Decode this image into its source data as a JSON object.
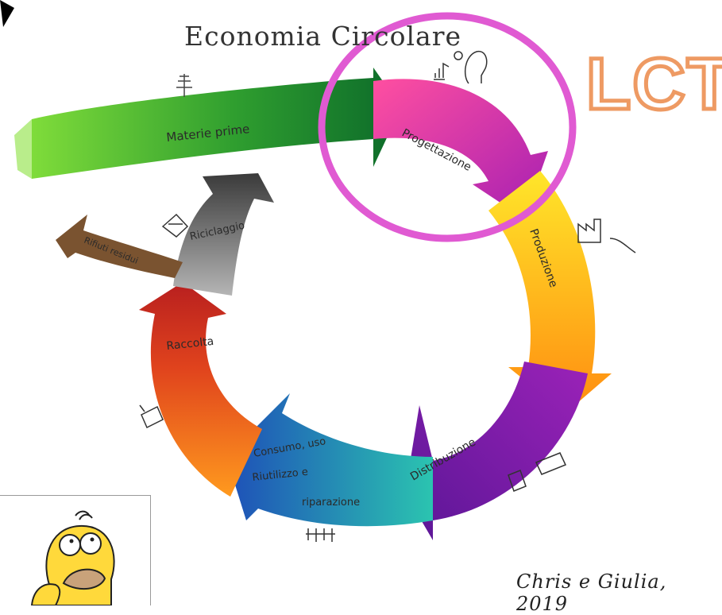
{
  "title": "Economia Circolare",
  "badge": "LCT",
  "signature": "Chris e Giulia, 2019",
  "stages": {
    "materie_prime": "Materie prime",
    "progettazione": "Progettazione",
    "produzione": "Produzione",
    "distribuzione": "Distribuzione",
    "consumo_line1": "Consumo, uso",
    "consumo_line2": "Riutilizzo e",
    "consumo_line3": "riparazione",
    "raccolta": "Raccolta",
    "riciclaggio": "Riciclaggio",
    "rifiuti": "Rifiuti residui"
  },
  "colors": {
    "highlight_circle": "#e05ad2",
    "badge_outline": "#ee9a63",
    "materie_prime": "#2f9e2f",
    "progettazione": "#d8208a",
    "produzione": "#f3d21c",
    "distribuzione": "#7a1fa2",
    "consumo": "#2a6fc9",
    "raccolta": "#e0431d",
    "riciclaggio": "#8a8a8a",
    "rifiuti": "#6b4a2a"
  }
}
